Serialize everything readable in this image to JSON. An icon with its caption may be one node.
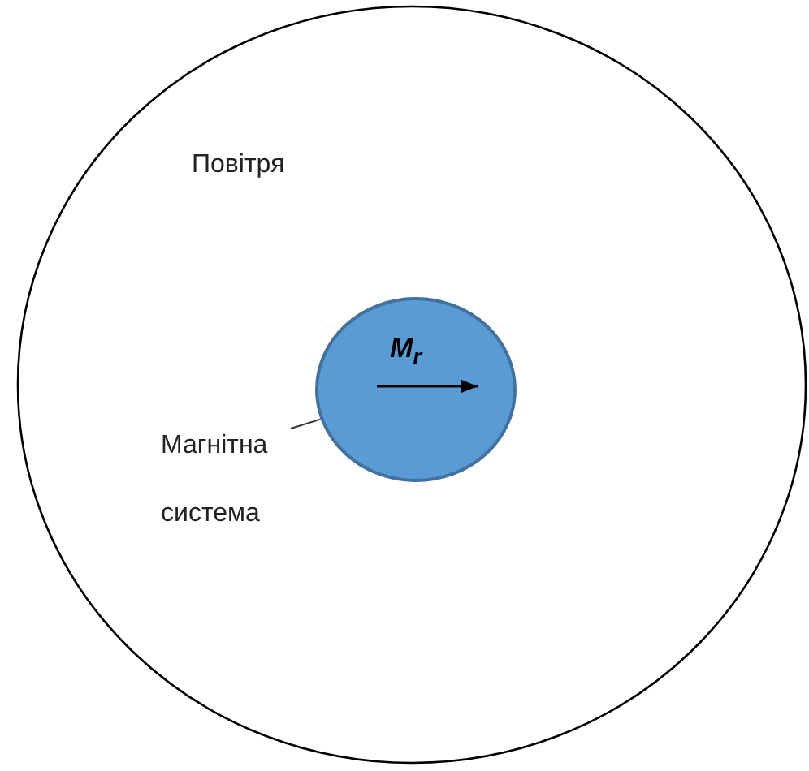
{
  "diagram": {
    "nodes": [
      {
        "text": [
          "Повітря"
        ]
      },
      {
        "text": [
          "M$_{r}$"
        ],
        "in": 0
      },
      {
        "text": [
          "Магнітна система"
        ],
        "in": 0
      }
    ],
    "edges": [
      {
        "from": 2,
        "to": 1,
        "arrow": "none"
      }
    ]
  }
}
